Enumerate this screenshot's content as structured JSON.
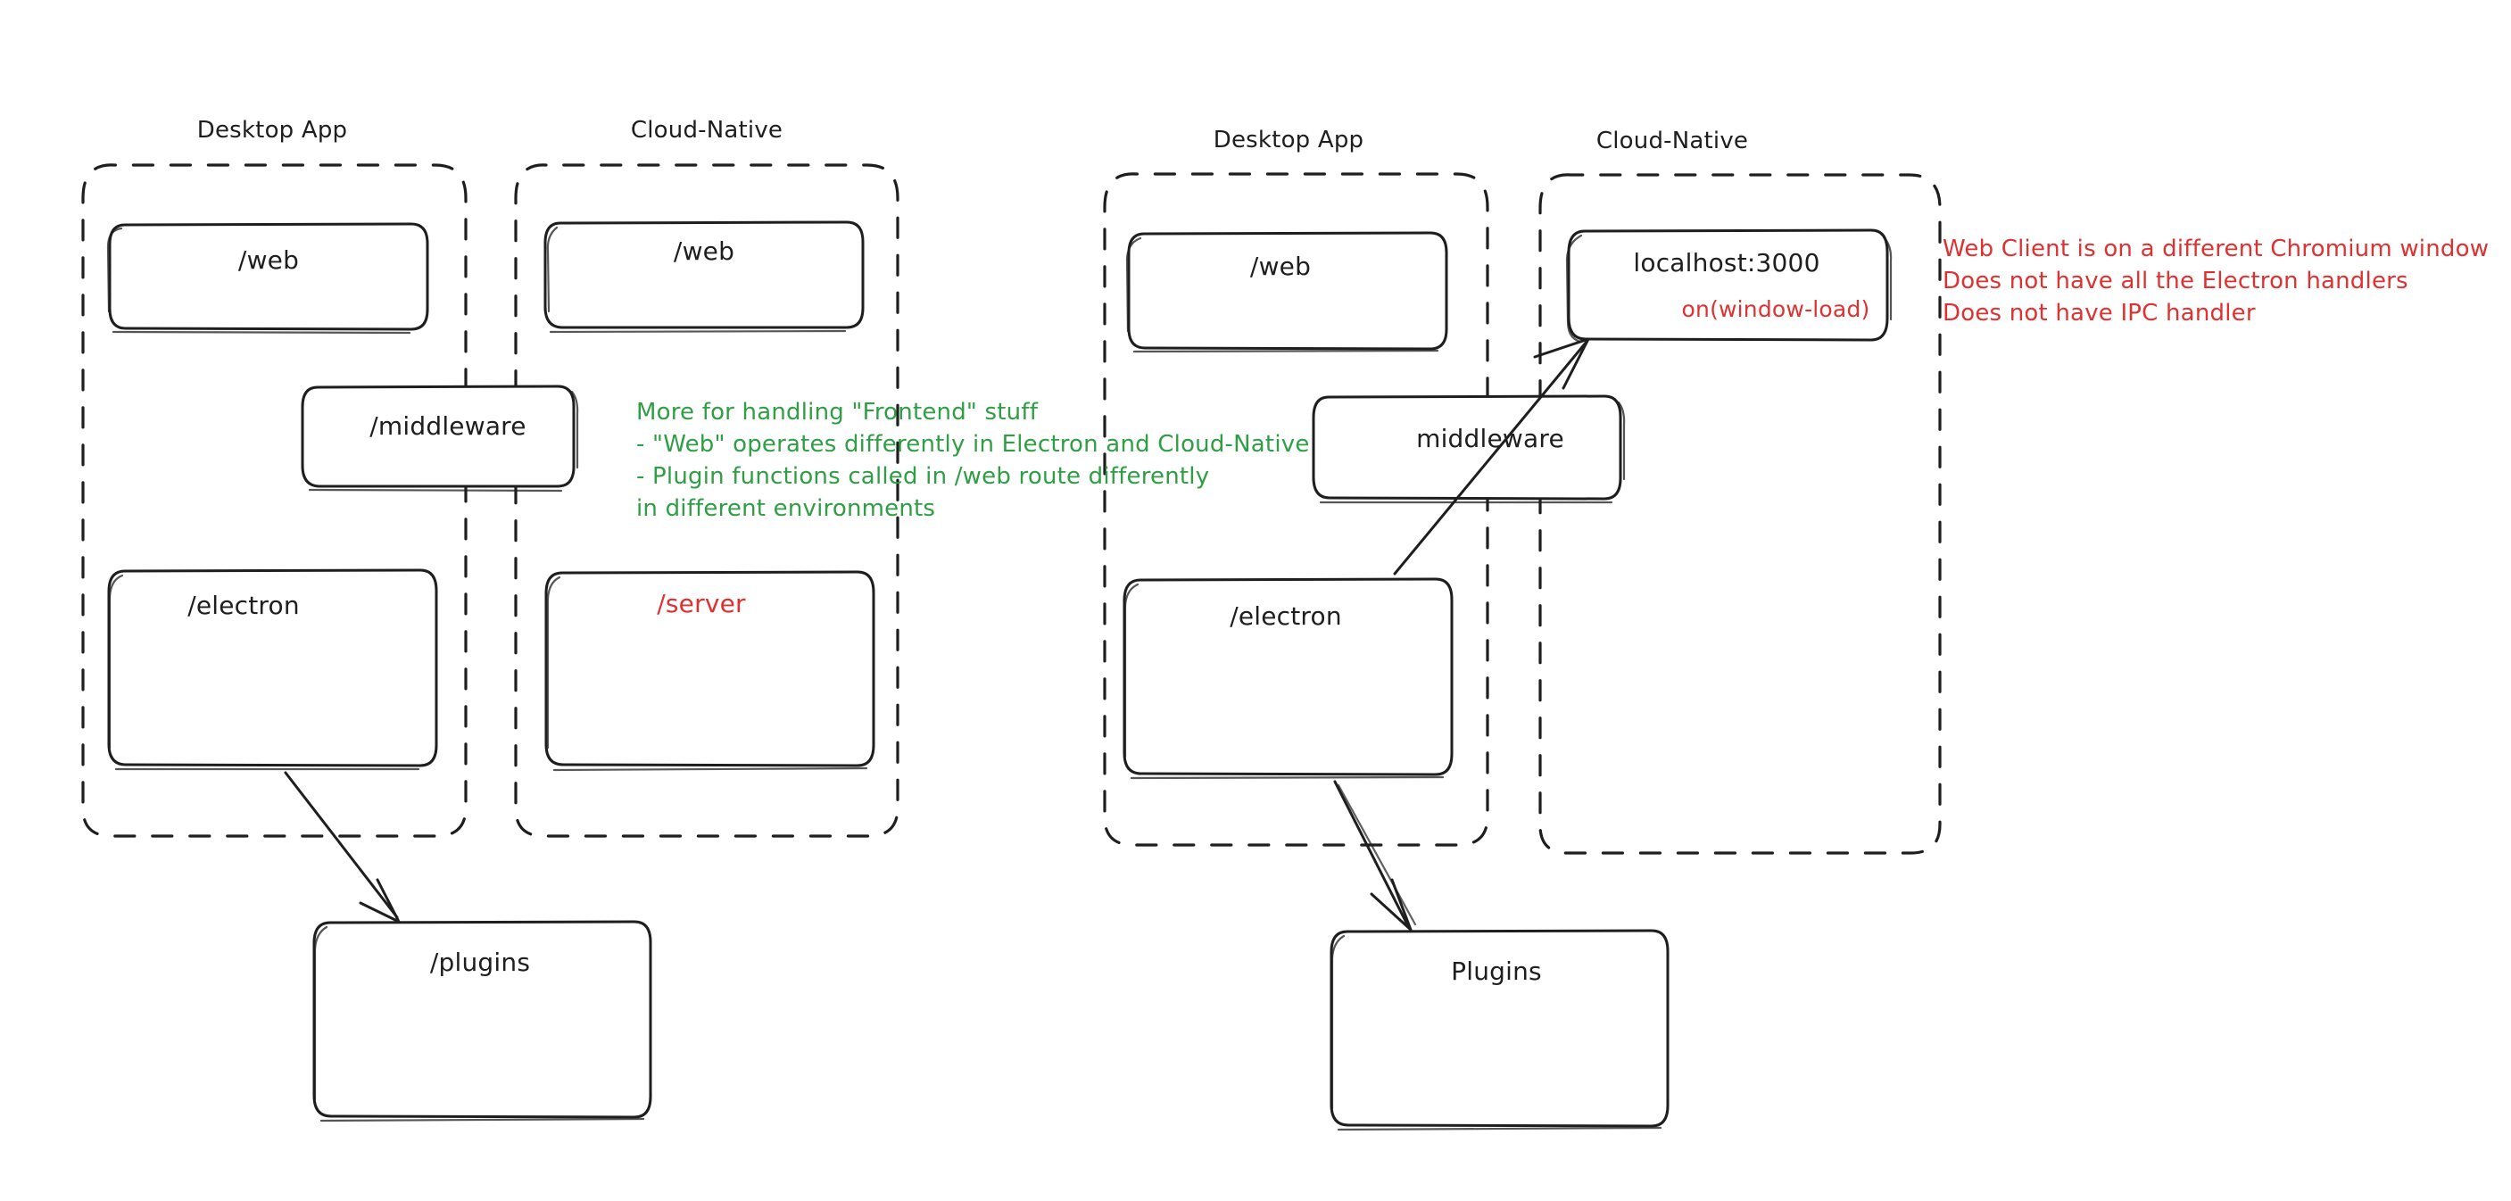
{
  "diagram": {
    "title_hidden": "",
    "style": "hand-drawn sketch (Excalidraw)",
    "colors": {
      "stroke": "#1e1e1e",
      "green_note": "#2f9e44",
      "red_note": "#e03131",
      "background": "#ffffff"
    },
    "panels": [
      {
        "id": "left",
        "groups": [
          {
            "id": "left-desktop",
            "label": "Desktop App"
          },
          {
            "id": "left-cloud",
            "label": "Cloud-Native"
          }
        ],
        "nodes": [
          {
            "id": "left-desktop-web",
            "label": "/web",
            "color": "dark"
          },
          {
            "id": "left-cloud-web",
            "label": "/web",
            "color": "dark"
          },
          {
            "id": "left-middleware",
            "label": "/middleware",
            "color": "dark"
          },
          {
            "id": "left-electron",
            "label": "/electron",
            "color": "dark"
          },
          {
            "id": "left-server",
            "label": "/server",
            "color": "red"
          },
          {
            "id": "left-plugins",
            "label": "/plugins",
            "color": "dark"
          }
        ],
        "edges": [
          {
            "id": "left-electron-to-plugins",
            "from": "/electron",
            "to": "/plugins"
          }
        ]
      },
      {
        "id": "right",
        "groups": [
          {
            "id": "right-desktop",
            "label": "Desktop App"
          },
          {
            "id": "right-cloud",
            "label": "Cloud-Native"
          }
        ],
        "nodes": [
          {
            "id": "right-desktop-web",
            "label": "/web",
            "color": "dark"
          },
          {
            "id": "right-localhost",
            "label": "localhost:3000",
            "color": "dark",
            "sublabel": "on(window-load)",
            "sublabel_color": "red"
          },
          {
            "id": "right-middleware",
            "label": "middleware",
            "color": "dark"
          },
          {
            "id": "right-electron",
            "label": "/electron",
            "color": "dark"
          },
          {
            "id": "right-plugins",
            "label": "Plugins",
            "color": "dark"
          }
        ],
        "edges": [
          {
            "id": "right-electron-to-localhost",
            "from": "/electron",
            "to": "localhost:3000"
          },
          {
            "id": "right-electron-to-plugins",
            "from": "/electron",
            "to": "Plugins"
          }
        ]
      }
    ],
    "annotations": [
      {
        "id": "green-note",
        "color": "#2f9e44",
        "text": "More for handling \"Frontend\" stuff\n- \"Web\" operates differently in Electron and Cloud-Native\n- Plugin functions called in /web route differently\nin different environments"
      },
      {
        "id": "red-note",
        "color": "#e03131",
        "text": "Web Client is on a different Chromium window\nDoes not have all the Electron handlers\nDoes not have IPC handler"
      }
    ]
  }
}
